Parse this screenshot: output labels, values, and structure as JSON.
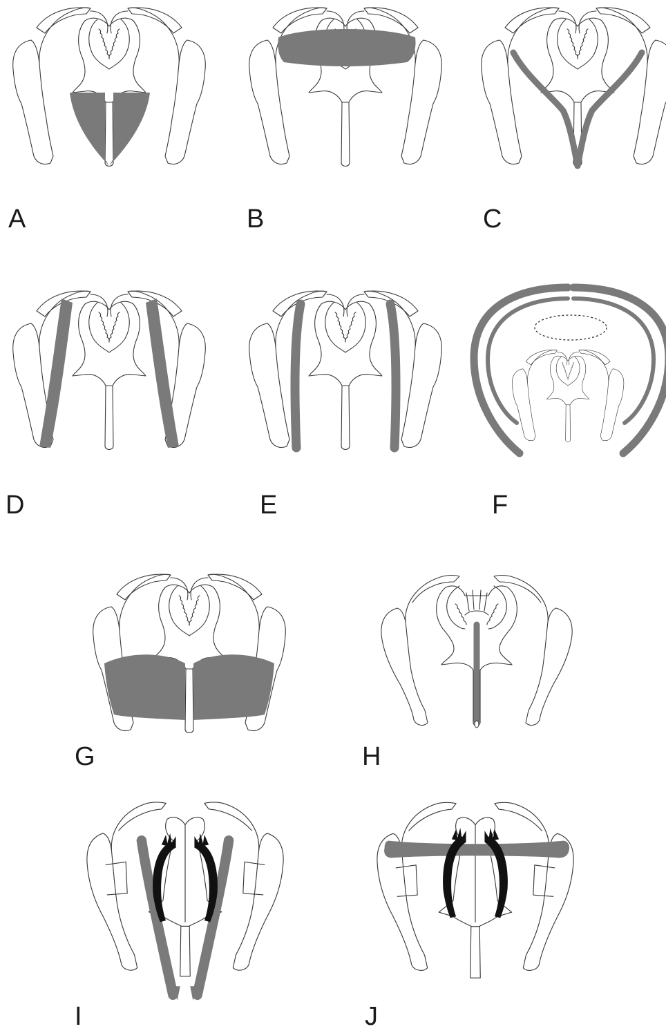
{
  "figure": {
    "panels": [
      {
        "id": "A",
        "label": "A"
      },
      {
        "id": "B",
        "label": "B"
      },
      {
        "id": "C",
        "label": "C"
      },
      {
        "id": "D",
        "label": "D"
      },
      {
        "id": "E",
        "label": "E"
      },
      {
        "id": "F",
        "label": "F"
      },
      {
        "id": "G",
        "label": "G"
      },
      {
        "id": "H",
        "label": "H"
      },
      {
        "id": "I",
        "label": "I"
      },
      {
        "id": "J",
        "label": "J"
      }
    ],
    "colors": {
      "outline": "#3a3a3a",
      "highlight": "#7a7a7a",
      "black_structure": "#111111",
      "background": "#ffffff"
    }
  }
}
